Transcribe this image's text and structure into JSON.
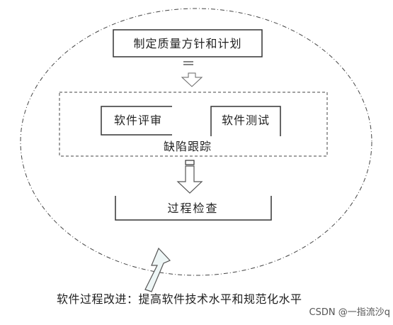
{
  "nodes": {
    "plan": "制定质量方针和计划",
    "review": "软件评审",
    "test": "软件测试",
    "tracking": "缺陷跟踪",
    "check": "过程检查"
  },
  "caption": "软件过程改进：提高软件技术水平和规范化水平",
  "watermark": "CSDN @一指流沙q",
  "colors": {
    "line": "#333333",
    "arrow_fill": "#eef6f6",
    "arrow_stroke": "#555555"
  }
}
